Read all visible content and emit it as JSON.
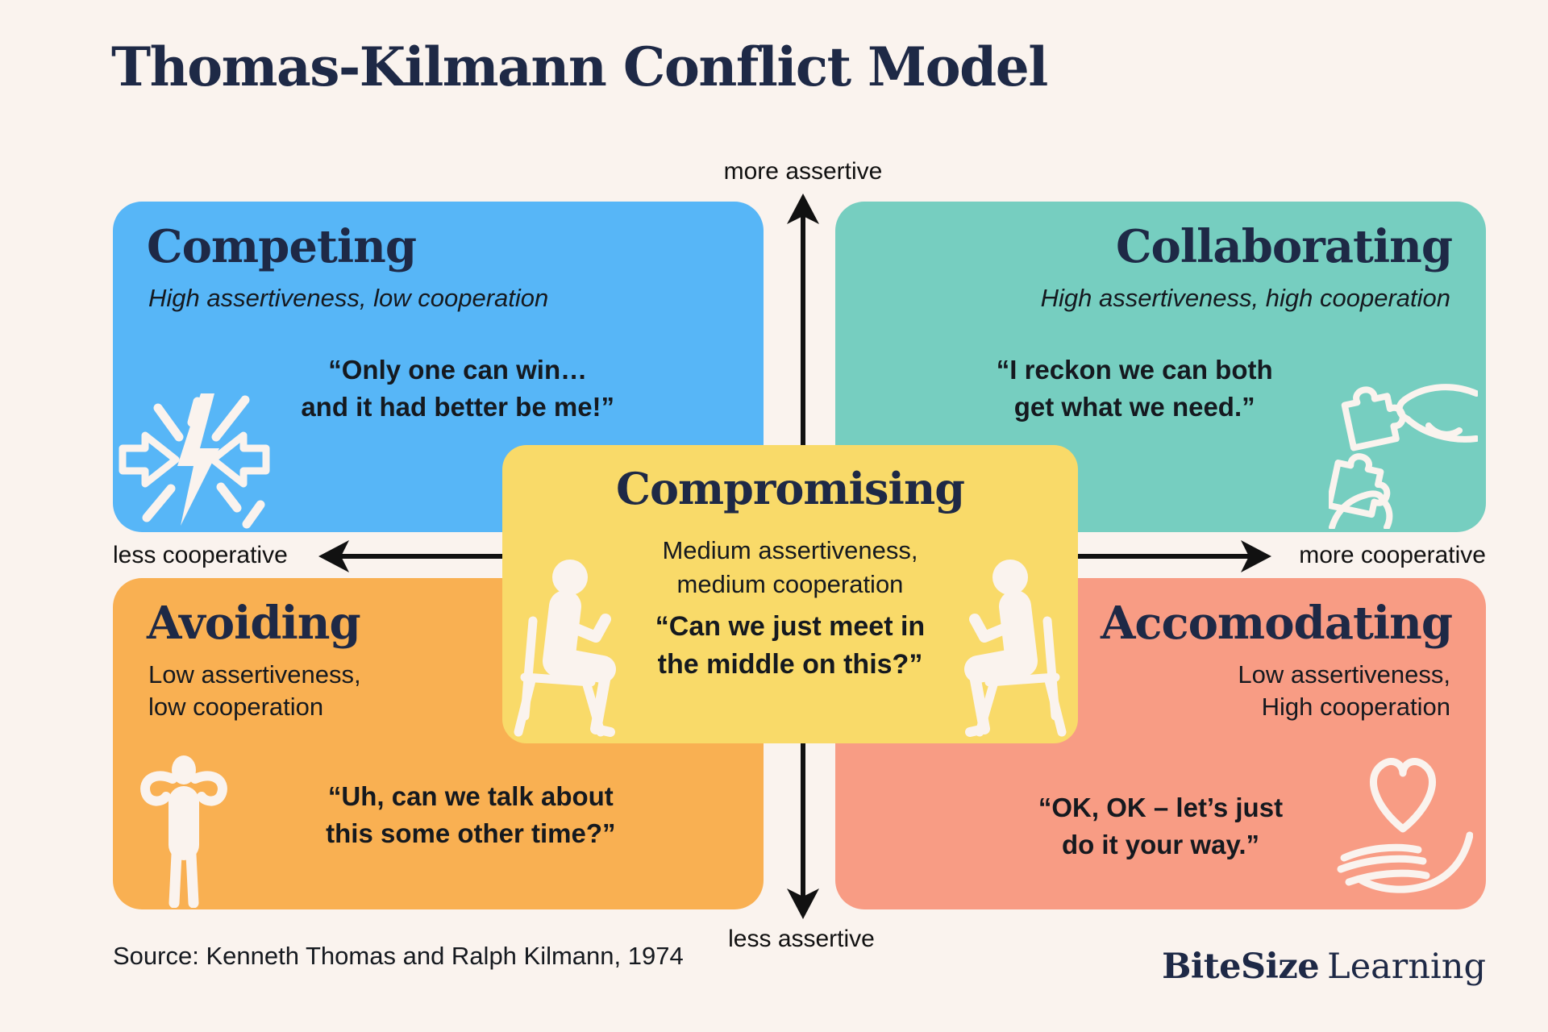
{
  "title": "Thomas-Kilmann Conflict Model",
  "axes": {
    "top": "more assertive",
    "bottom": "less assertive",
    "left": "less cooperative",
    "right": "more cooperative"
  },
  "quadrants": {
    "competing": {
      "name": "Competing",
      "subtitle": "High assertiveness, low cooperation",
      "quote": "“Only one can win…\nand it had better be me!”",
      "color": "#57B6F7",
      "icon": "collision-icon"
    },
    "collaborating": {
      "name": "Collaborating",
      "subtitle": "High assertiveness, high cooperation",
      "quote": "“I reckon we can both\nget what we need.”",
      "color": "#76CEC0",
      "icon": "puzzle-hands-icon"
    },
    "avoiding": {
      "name": "Avoiding",
      "subtitle": "Low assertiveness,\nlow cooperation",
      "quote": "“Uh, can we talk about\nthis some other time?”",
      "color": "#F9B052",
      "icon": "hands-behind-head-icon"
    },
    "accommodating": {
      "name": "Accomodating",
      "subtitle": "Low assertiveness,\nHigh cooperation",
      "quote": "“OK, OK – let’s just\ndo it your way.”",
      "color": "#F89C84",
      "icon": "heart-in-hand-icon"
    }
  },
  "center": {
    "name": "Compromising",
    "subtitle": "Medium assertiveness,\nmedium cooperation",
    "quote": "“Can we just meet in\nthe middle on this?”",
    "color": "#F9DA69",
    "icon": "two-people-seated-icon"
  },
  "source": "Source: Kenneth Thomas and Ralph Kilmann, 1974",
  "logo": {
    "bold": "BiteSize",
    "regular": "Learning"
  },
  "palette": {
    "background": "#FAF3EE",
    "heading": "#1E2946",
    "body_text": "#15191F",
    "axis": "#111111",
    "icon_cream": "#FAF3EE"
  }
}
